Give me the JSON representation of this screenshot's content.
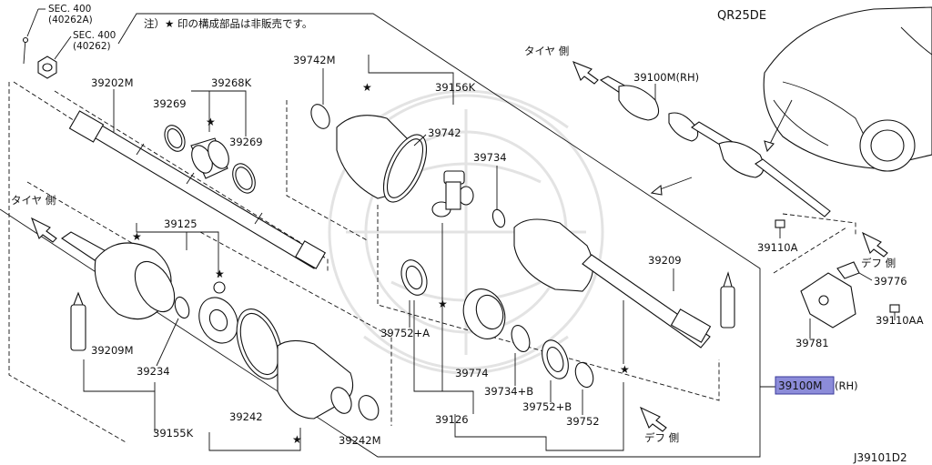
{
  "header": {
    "note": "注）★ 印の構成部品は非販売です。",
    "engine_code": "QR25DE",
    "diagram_id": "J39101D2"
  },
  "refs": {
    "sec400_a_line1": "SEC. 400",
    "sec400_a_line2": "(40262A)",
    "sec400_b_line1": "SEC. 400",
    "sec400_b_line2": "(40262)"
  },
  "directions": {
    "tire_side": "タイヤ 側",
    "diff_side": "デフ 側"
  },
  "parts": {
    "p39202M": "39202M",
    "p39268K": "39268K",
    "p39269a": "39269",
    "p39269b": "39269",
    "p39742M": "39742M",
    "p39156K": "39156K",
    "p39742": "39742",
    "p39734": "39734",
    "p39100M_top": "39100M(RH)",
    "p39125": "39125",
    "p39209M": "39209M",
    "p39234": "39234",
    "p39155K": "39155K",
    "p39242": "39242",
    "p39242M": "39242M",
    "p39209": "39209",
    "p39752A": "39752+A",
    "p39774": "39774",
    "p39734B": "39734+B",
    "p39752B": "39752+B",
    "p39752": "39752",
    "p39126": "39126",
    "p39110A": "39110A",
    "p39776": "39776",
    "p39110AA": "39110AA",
    "p39781": "39781",
    "p39100M_hl_code": "39100M",
    "p39100M_hl_suffix": "(RH)"
  },
  "star_symbol": "★",
  "colors": {
    "highlight_fill": "#8c8cd9",
    "line": "#111111",
    "watermark": "#e3e3e3"
  }
}
